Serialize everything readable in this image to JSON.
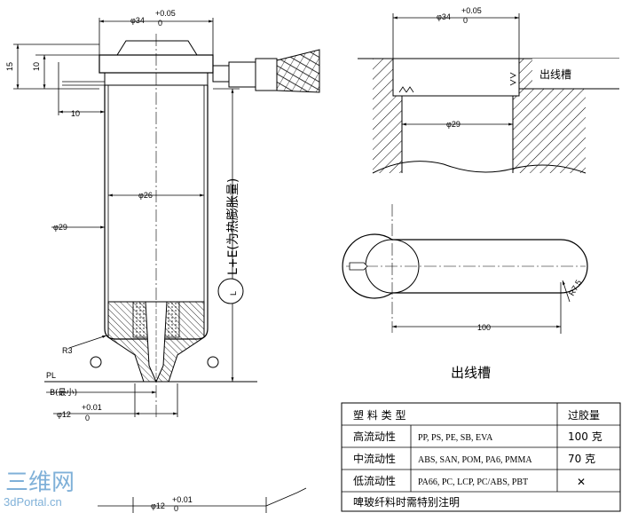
{
  "left_view": {
    "top_diameter": "φ34",
    "top_tol_upper": "+0.05",
    "top_tol_lower": "0",
    "dim_15": "15",
    "dim_10_vert": "10",
    "dim_10_horiz": "10",
    "inner_diameter": "φ26",
    "outer_diameter": "φ29",
    "length_label": "L+E(为热膨胀量)",
    "length_circle_letter": "L",
    "radius": "R3",
    "parting_line": "PL",
    "b_label": "B(最小)",
    "nozzle_diameter": "φ12",
    "nozzle_tol_upper": "+0.01",
    "nozzle_tol_lower": "0",
    "bottom_diameter": "φ12",
    "bottom_tol_upper": "+0.01",
    "bottom_tol_lower": "0"
  },
  "right_view": {
    "top_diameter": "φ34",
    "top_tol_upper": "+0.05",
    "top_tol_lower": "0",
    "slot_label": "出线槽",
    "bore_diameter": "φ29",
    "plan_radius": "R7.5",
    "plan_length": "100",
    "caption": "出线槽"
  },
  "table": {
    "header_type": "塑 料 类 型",
    "header_amount": "过胶量",
    "rows": [
      {
        "flow": "高流动性",
        "materials": "PP, PS, PE, SB, EVA",
        "amount": "100 克"
      },
      {
        "flow": "中流动性",
        "materials": "ABS, SAN, POM, PA6, PMMA",
        "amount": "70 克"
      },
      {
        "flow": "低流动性",
        "materials": "PA66, PC, LCP, PC/ABS, PBT",
        "amount": "✕"
      }
    ],
    "note": "啤玻纤料时需特别注明"
  },
  "watermark": {
    "logo_text": "三维网",
    "url": "3dPortal.cn"
  }
}
